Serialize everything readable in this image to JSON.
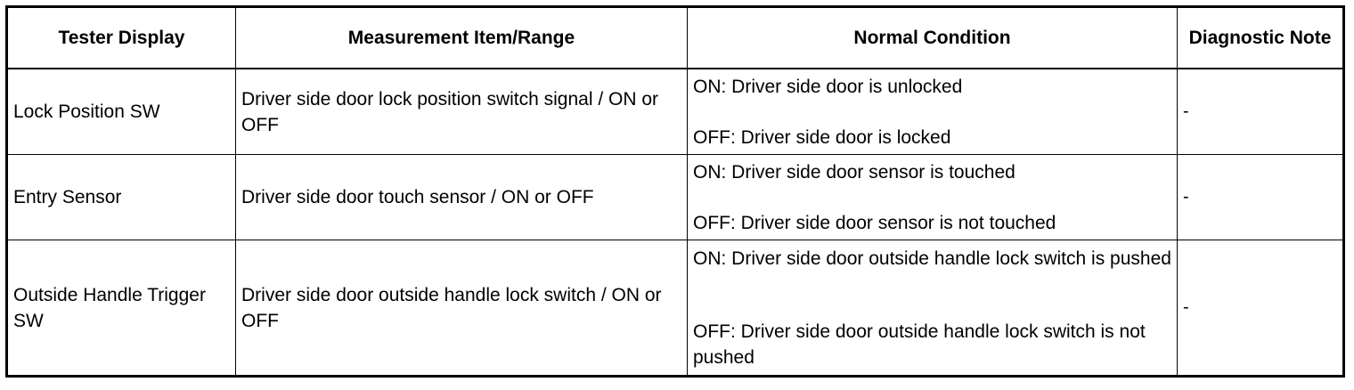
{
  "table": {
    "headers": {
      "tester_display": "Tester Display",
      "measurement": "Measurement Item/Range",
      "normal_condition": "Normal Condition",
      "diagnostic_note": "Diagnostic Note"
    },
    "rows": [
      {
        "tester_display": "Lock Position SW",
        "measurement": "Driver side door lock position switch signal / ON or OFF",
        "condition_on": "ON: Driver side door is unlocked",
        "condition_off": "OFF: Driver side door is locked",
        "note": "-"
      },
      {
        "tester_display": "Entry Sensor",
        "measurement": "Driver side door touch sensor / ON or OFF",
        "condition_on": "ON: Driver side door sensor is touched",
        "condition_off": "OFF: Driver side door sensor is not touched",
        "note": "-"
      },
      {
        "tester_display": "Outside Handle Trigger SW",
        "measurement": "Driver side door outside handle lock switch / ON or OFF",
        "condition_on": "ON: Driver side door outside handle lock switch is pushed",
        "condition_off": "OFF: Driver side door outside handle lock switch is not pushed",
        "note": "-"
      }
    ]
  }
}
